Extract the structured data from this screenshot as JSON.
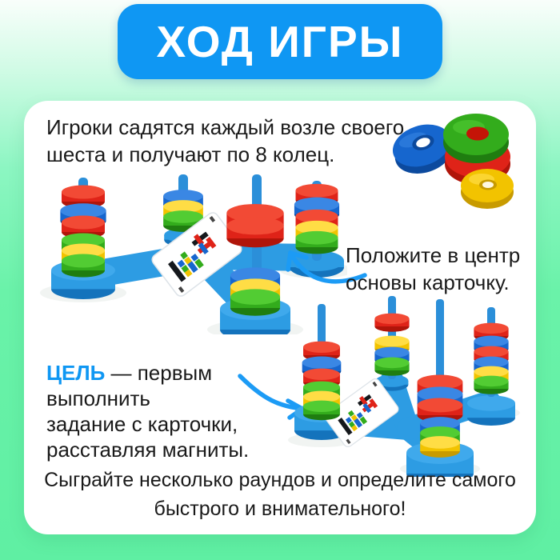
{
  "header": {
    "title": "ХОД ИГРЫ"
  },
  "instructions": {
    "step1_lines": [
      "Игроки садятся каждый возле своего",
      "шеста и получают по 8 колец."
    ],
    "step2_lines": [
      "Положите в центр",
      "основы карточку."
    ],
    "goal_label": "ЦЕЛЬ",
    "goal_lines": [
      "— первым выполнить",
      "задание с карточки,",
      "расставляя магниты."
    ],
    "footer_lines": [
      "Сыграйте несколько раундов и определите самого",
      "быстрого и внимательного!"
    ]
  },
  "colors": {
    "background_green": "#5FEFA3",
    "header_blue": "#0F97F3",
    "accent_blue": "#0F97F3",
    "text_black": "#1A1A1A",
    "ring_red": "#DF2318",
    "ring_blue": "#1666CE",
    "ring_green": "#33AC1C",
    "ring_yellow": "#F2C300",
    "base_blue": "#2D9CE3"
  },
  "icons": {
    "rings_cluster": "magnet-rings-icon",
    "arrow_to_card": "curved-arrow-icon",
    "arrow_to_game": "curved-arrow-icon",
    "game_photo_1": "magnetic-tower-game-with-task-card",
    "game_photo_2": "magnetic-tower-game-with-task-card"
  }
}
